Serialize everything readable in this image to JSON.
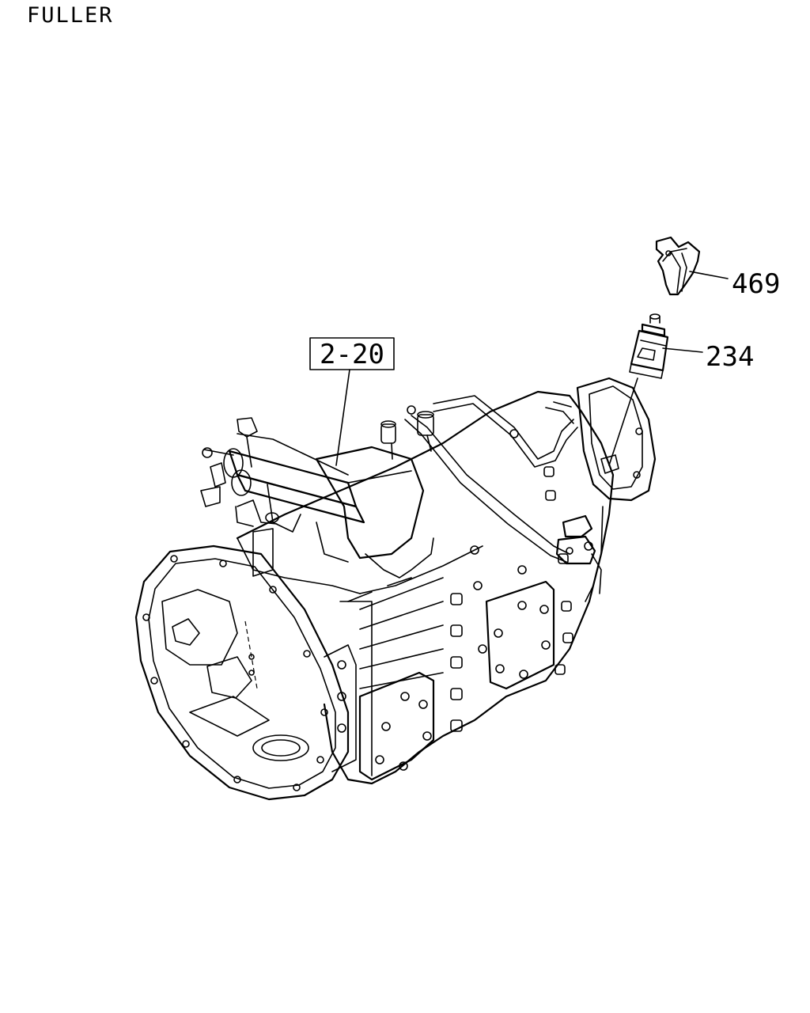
{
  "header": {
    "brand": "FULLER"
  },
  "callouts": [
    {
      "id": "ref",
      "label": "2-20",
      "boxed": true
    },
    {
      "id": "p469",
      "label": "469",
      "boxed": false
    },
    {
      "id": "p234",
      "label": "234",
      "boxed": false
    }
  ]
}
